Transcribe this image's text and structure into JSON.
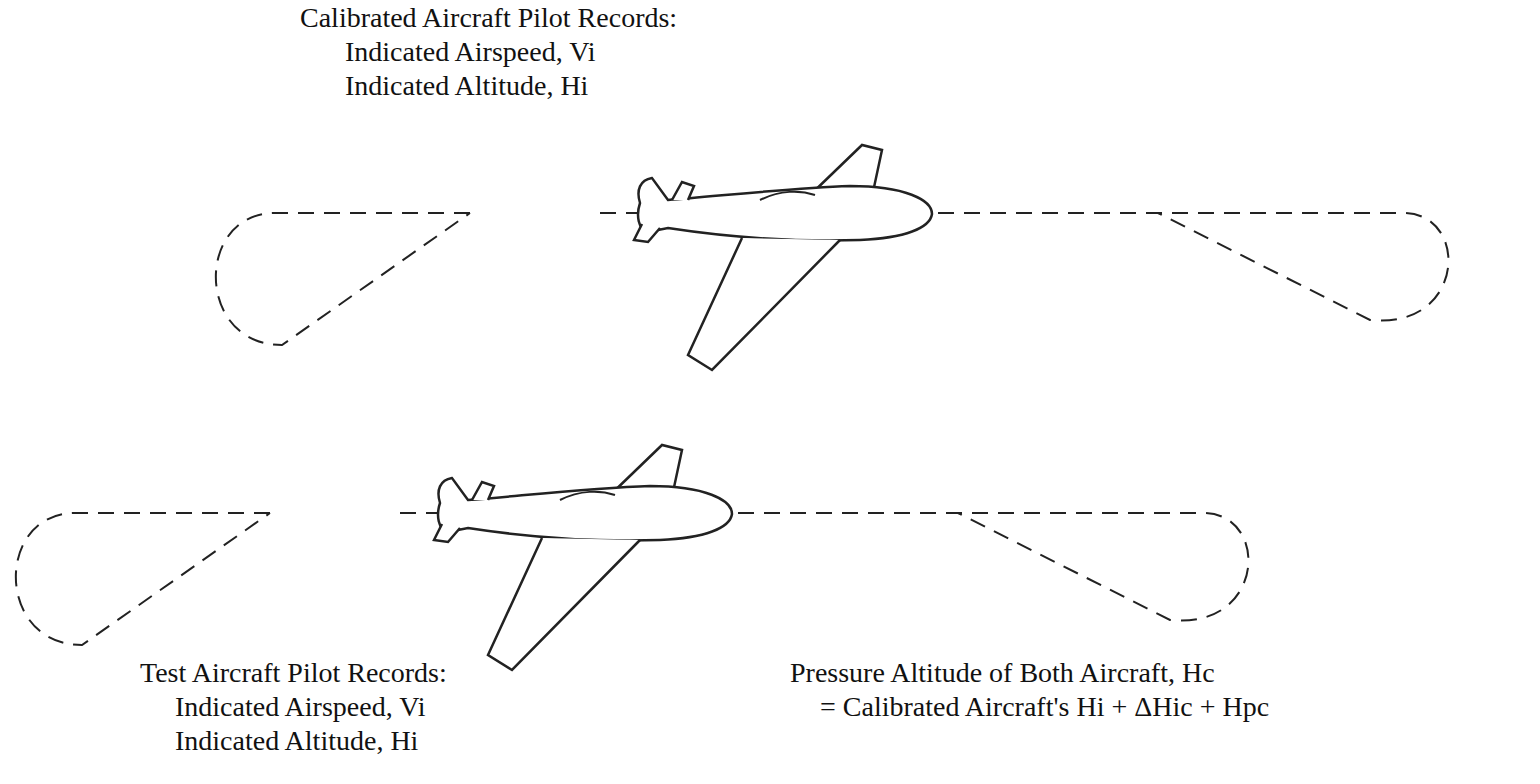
{
  "diagram": {
    "labels": [
      "Calibrated Aircraft Pilot Records:",
      "Indicated Airspeed, Vi",
      "Indicated Altitude, Hi",
      "Test Aircraft Pilot Records:",
      "Indicated Airspeed, Vi",
      "Indicated Altitude, Hi",
      "Pressure Altitude of Both Aircraft, Hc",
      "= Calibrated Aircraft's Hi + ΔHic + Hpc"
    ]
  }
}
